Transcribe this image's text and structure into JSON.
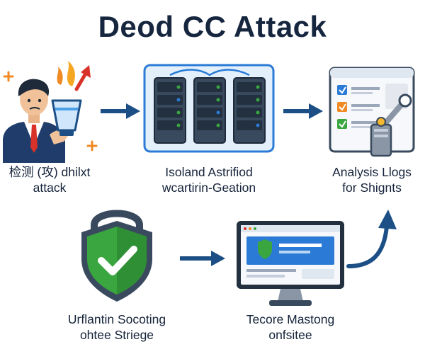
{
  "title": "Deod CC Attack",
  "steps": [
    {
      "line1": "检测 (攻) dhilxt",
      "line2": "attack"
    },
    {
      "line1": "Isoland Astrifiod",
      "line2": "wcartirin-Geation"
    },
    {
      "line1": "Analysis Llogs",
      "line2": "for Shignts"
    },
    {
      "line1": "Urflantin Socoting",
      "line2": "ohtee Striege"
    },
    {
      "line1": "Tecore Mastong",
      "line2": "onfsitee"
    }
  ],
  "colors": {
    "navy": "#16263f",
    "arrow": "#1c4f85",
    "accent_blue": "#2b7bd6",
    "green": "#3aa640",
    "orange": "#f08a24",
    "red": "#d8322a"
  },
  "icons": [
    "person-with-alert-icon",
    "server-rack-icon",
    "log-report-icon",
    "shield-check-icon",
    "monitor-dashboard-icon"
  ]
}
